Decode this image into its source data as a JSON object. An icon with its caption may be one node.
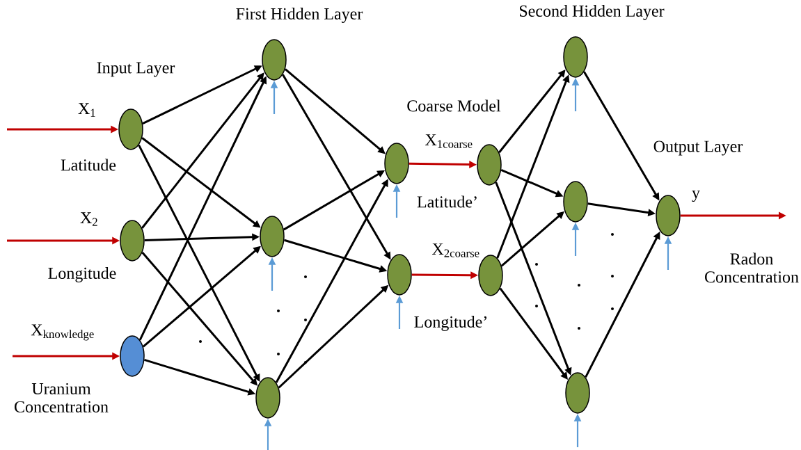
{
  "diagram": {
    "nodes": [
      {
        "text": [],
        "shape": "circle"
      },
      {
        "text": [],
        "shape": "circle"
      },
      {
        "text": [],
        "shape": "circle"
      },
      {
        "text": [],
        "shape": "circle"
      },
      {
        "text": [],
        "shape": "circle"
      },
      {
        "text": [],
        "shape": "circle"
      },
      {
        "text": [],
        "shape": "circle"
      },
      {
        "text": [],
        "shape": "circle"
      },
      {
        "text": [],
        "shape": "circle"
      },
      {
        "text": [],
        "shape": "circle"
      },
      {
        "text": [],
        "shape": "circle"
      },
      {
        "text": [],
        "shape": "circle"
      },
      {
        "text": [],
        "shape": "circle"
      },
      {
        "text": [],
        "shape": "circle"
      }
    ],
    "edges": [
      {
        "from": 0,
        "to": 3,
        "arrow": "to"
      },
      {
        "from": 0,
        "to": 4,
        "arrow": "to"
      },
      {
        "from": 0,
        "to": 5,
        "arrow": "to"
      },
      {
        "from": 1,
        "to": 3,
        "arrow": "to"
      },
      {
        "from": 1,
        "to": 4,
        "arrow": "to"
      },
      {
        "from": 1,
        "to": 5,
        "arrow": "to"
      },
      {
        "from": 2,
        "to": 3,
        "arrow": "to"
      },
      {
        "from": 2,
        "to": 4,
        "arrow": "to"
      },
      {
        "from": 2,
        "to": 5,
        "arrow": "to"
      },
      {
        "from": 3,
        "to": 6,
        "arrow": "to"
      },
      {
        "from": 3,
        "to": 7,
        "arrow": "to"
      },
      {
        "from": 4,
        "to": 6,
        "arrow": "to"
      },
      {
        "from": 4,
        "to": 7,
        "arrow": "to"
      },
      {
        "from": 5,
        "to": 6,
        "arrow": "to"
      },
      {
        "from": 5,
        "to": 7,
        "arrow": "to"
      },
      {
        "from": 6,
        "to": 8,
        "arrow": "to",
        "color": "#c00000"
      },
      {
        "from": 7,
        "to": 9,
        "arrow": "to",
        "color": "#c00000"
      },
      {
        "from": 8,
        "to": 10,
        "arrow": "to"
      },
      {
        "from": 8,
        "to": 11,
        "arrow": "to"
      },
      {
        "from": 8,
        "to": 12,
        "arrow": "to"
      },
      {
        "from": 9,
        "to": 10,
        "arrow": "to"
      },
      {
        "from": 9,
        "to": 11,
        "arrow": "to"
      },
      {
        "from": 9,
        "to": 12,
        "arrow": "to"
      },
      {
        "from": 10,
        "to": 13,
        "arrow": "to"
      },
      {
        "from": 11,
        "to": 13,
        "arrow": "to"
      },
      {
        "from": 12,
        "to": 13,
        "arrow": "to"
      },
      {
        "from": null,
        "to": 0,
        "arrow": "to",
        "color": "#c00000"
      },
      {
        "from": null,
        "to": 1,
        "arrow": "to",
        "color": "#c00000"
      },
      {
        "from": null,
        "to": 2,
        "arrow": "to",
        "color": "#c00000"
      },
      {
        "from": 13,
        "to": null,
        "arrow": "to",
        "color": "#c00000"
      },
      {
        "from": null,
        "to": 3,
        "arrow": "to",
        "color": "#5b9bd5"
      },
      {
        "from": null,
        "to": 4,
        "arrow": "to",
        "color": "#5b9bd5"
      },
      {
        "from": null,
        "to": 5,
        "arrow": "to",
        "color": "#5b9bd5"
      },
      {
        "from": null,
        "to": 6,
        "arrow": "to",
        "color": "#5b9bd5"
      },
      {
        "from": null,
        "to": 7,
        "arrow": "to",
        "color": "#5b9bd5"
      },
      {
        "from": null,
        "to": 10,
        "arrow": "to",
        "color": "#5b9bd5"
      },
      {
        "from": null,
        "to": 11,
        "arrow": "to",
        "color": "#5b9bd5"
      },
      {
        "from": null,
        "to": 12,
        "arrow": "to",
        "color": "#5b9bd5"
      },
      {
        "from": null,
        "to": 13,
        "arrow": "to",
        "color": "#5b9bd5"
      }
    ],
    "labels": [
      "First Hidden Layer",
      "Second Hidden Layer",
      "Input Layer",
      "Coarse Model",
      "Output Layer",
      "X$_{1}$",
      "Latitude",
      "X$_{2}$",
      "Longitude",
      "\\mathrm{X}_{\\mathrm{knowledge}}",
      "Uranium Concentration",
      "\\mathrm{X}_{\\mathrm{1coarse}}",
      "Latitude’",
      "\\mathrm{X}_{\\mathrm{2coarse}}",
      "Longitude’",
      "y",
      "Radon Concentration"
    ]
  }
}
